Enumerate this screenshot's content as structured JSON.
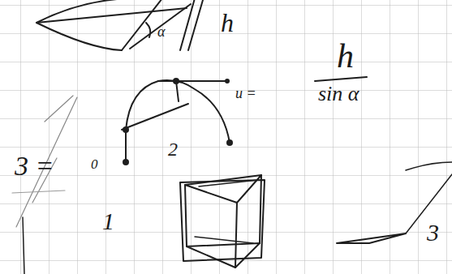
{
  "diagram": {
    "labels": [
      "α",
      "h",
      "h",
      "sin α",
      "u =",
      "2",
      "3 =",
      "0",
      "1",
      "3"
    ]
  }
}
